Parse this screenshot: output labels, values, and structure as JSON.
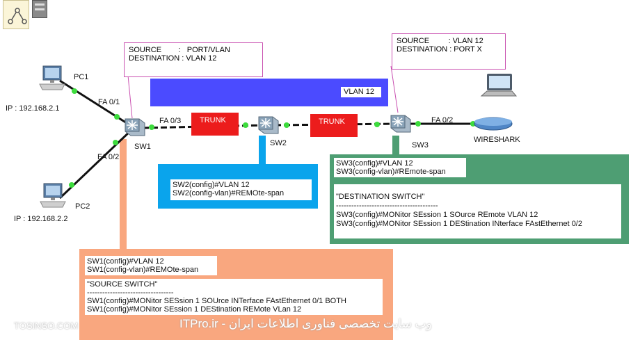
{
  "colors": {
    "source_box": "#f9a77f",
    "sw2_box": "#0aa4ec",
    "sw3_box": "#4e9e73",
    "vlan_bar": "#4b4bff",
    "trunk": "#ec1c1c",
    "link_dot": "#3ddc3d",
    "note_border": "#c94fb0"
  },
  "devices": {
    "pc1": {
      "name": "PC1",
      "ip": "IP : 192.168.2.1",
      "icon": "pc-icon"
    },
    "pc2": {
      "name": "PC2",
      "ip": "IP : 192.168.2.2",
      "icon": "pc-icon"
    },
    "sw1": {
      "name": "SW1",
      "icon": "switch-icon"
    },
    "sw2": {
      "name": "SW2",
      "icon": "switch-icon"
    },
    "sw3": {
      "name": "SW3",
      "icon": "switch-icon"
    },
    "wireshark": {
      "name": "WIRESHARK",
      "icon": "laptop-router-icon"
    }
  },
  "ports": {
    "sw1_pc1": "FA 0/1",
    "sw1_pc2": "FA 0/2",
    "sw1_sw2": "FA 0/3",
    "sw3_ws": "FA 0/2"
  },
  "trunks": [
    "TRUNK",
    "TRUNK"
  ],
  "vlan_bar": "VLAN 12",
  "notes": {
    "sw1": {
      "line1": "SOURCE        :   PORT/VLAN",
      "line2": "DESTINATION : VLAN 12"
    },
    "sw3": {
      "line1": "SOURCE         : VLAN 12",
      "line2": "DESTINATION : PORT X"
    }
  },
  "sw2_box": {
    "lines": [
      "SW2(config)#VLAN 12",
      "SW2(config-vlan)#REMOte-span"
    ]
  },
  "sw3_box": {
    "top_lines": [
      "SW3(config)#VLAN 12",
      "SW3(config-vlan)#REmote-span"
    ],
    "lines": [
      "\"DESTINATION SWITCH\"",
      "----------------------------------------",
      "SW3(config)#MONitor SEssion 1 SOurce REmote VLAN 12",
      "SW3(config)#MONitor SEssion 1 DEStination INterface FAstEthernet 0/2"
    ]
  },
  "sw1_box": {
    "top_lines": [
      "SW1(config)#VLAN 12",
      "SW1(config-vlan)#REMOte-span"
    ],
    "lines": [
      "\"SOURCE SWITCH\"",
      "----------------------------------",
      "SW1(config)#MONitor SESsion 1 SOUrce INTerface FAstEthernet 0/1 BOTH",
      "SW1(config)#MONitor SEssion 1 DEStination REMote VLan 12"
    ]
  },
  "watermark": {
    "left": "TOSINSO.COM",
    "right": "وب سایت تخصصی فناوری اطلاعات ایران - ITPro.ir"
  }
}
